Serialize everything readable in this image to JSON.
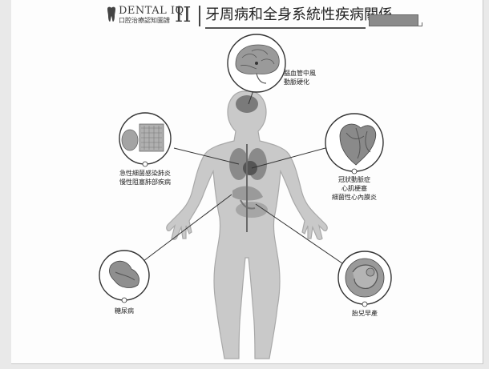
{
  "header": {
    "brand_line1": "DENTAL IQ",
    "brand_line2": "口腔治療認知圖譜",
    "volume": "II",
    "title": "牙周病和全身系統性疾病關係"
  },
  "labels": {
    "brain": [
      "腦血管中風",
      "動脈硬化"
    ],
    "lung": [
      "急性細菌感染肺炎",
      "慢性阻塞肺部疾病"
    ],
    "heart": [
      "冠狀動脈症",
      "心肌梗塞",
      "細菌性心內膜炎"
    ],
    "pancreas": [
      "糖尿病"
    ],
    "fetus": [
      "胎兒早產"
    ]
  },
  "icons": {
    "brain": "brain-icon",
    "lung": "lung-tissue-icon",
    "heart": "heart-icon",
    "pancreas": "pancreas-icon",
    "fetus": "fetus-icon"
  },
  "colors": {
    "body": "#c9c9c9",
    "body_outline": "#a8a8a8",
    "organ_dark": "#6e6e6e",
    "circle_stroke": "#333333"
  }
}
